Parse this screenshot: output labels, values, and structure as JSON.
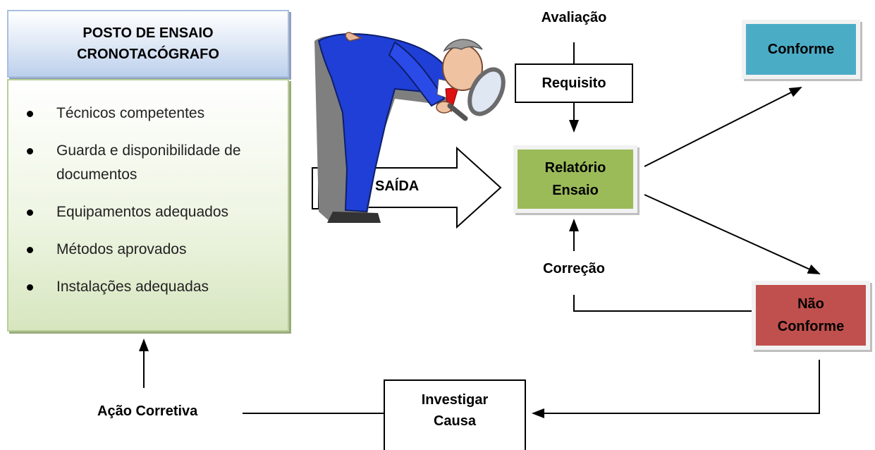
{
  "posto": {
    "title": "POSTO DE ENSAIO CRONOTACÓGRAFO",
    "items": [
      "Técnicos competentes",
      "Guarda e disponibilidade de documentos",
      "Equipamentos adequados",
      "Métodos aprovados",
      "Instalações adequadas"
    ]
  },
  "labels": {
    "avaliacao": "Avaliação",
    "requisito": "Requisito",
    "saida": "SAÍDA",
    "relatorio": "Relatório Ensaio",
    "conforme": "Conforme",
    "nao_conforme": "Não Conforme",
    "correcao": "Correção",
    "investigar": "Investigar Causa",
    "acao_corretiva": "Ação Corretiva"
  },
  "colors": {
    "relatorio": "#9bbb59",
    "conforme": "#4bacc6",
    "nao_conforme": "#c0504d"
  },
  "icons": {
    "inspector": "man-with-magnifying-glass"
  }
}
